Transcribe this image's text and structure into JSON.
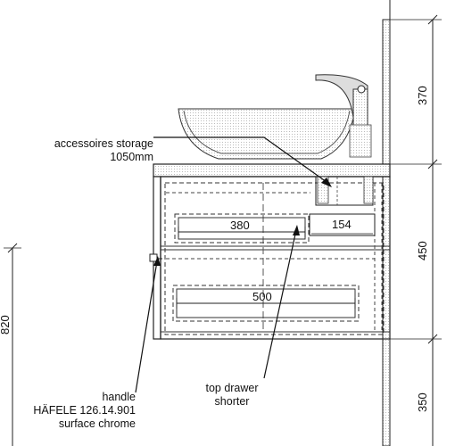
{
  "annotations": {
    "accessoires": [
      "accessoires storage",
      "1050mm"
    ],
    "handle": [
      "handle",
      "HÄFELE 126.14.901",
      "surface chrome"
    ],
    "top_drawer": [
      "top drawer",
      "shorter"
    ]
  },
  "dimensions": {
    "d380": "380",
    "d154": "154",
    "d500": "500",
    "d370": "370",
    "d450": "450",
    "d350": "350",
    "d820": "820"
  }
}
